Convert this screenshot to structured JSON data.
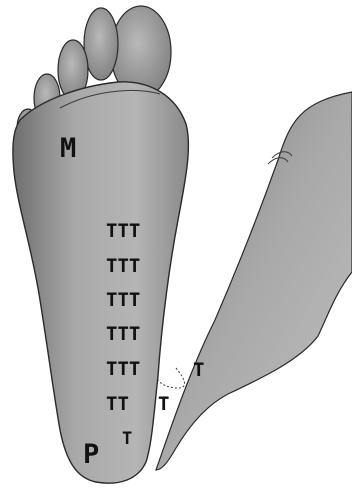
{
  "labels": {
    "top": "M",
    "bottom": "P",
    "marker": "T",
    "columns": [
      "TTT",
      "TTT",
      "TTT",
      "TTT",
      "TTT",
      "TT",
      "T"
    ],
    "side": [
      "T",
      "T"
    ]
  },
  "colors": {
    "skin_dark": "#6e6e6e",
    "skin_mid": "#9a9a9a",
    "skin_light": "#bdbdbd",
    "outline": "#2a2a2a"
  }
}
